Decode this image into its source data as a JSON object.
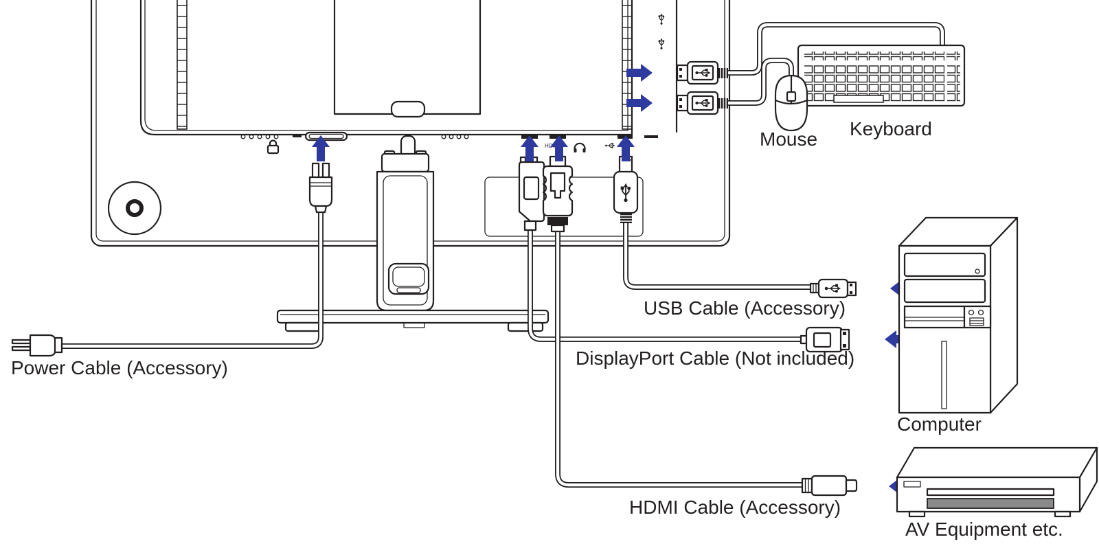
{
  "diagram": {
    "labels": {
      "power_cable": "Power Cable (Accessory)",
      "usb_cable": "USB Cable (Accessory)",
      "displayport_cable": "DisplayPort Cable (Not included)",
      "hdmi_cable": "HDMI Cable (Accessory)",
      "mouse": "Mouse",
      "keyboard": "Keyboard",
      "computer": "Computer",
      "av_equipment": "AV Equipment etc."
    },
    "port_labels": {
      "hdmi": "HDMI"
    },
    "colors": {
      "arrow_blue": "#2e3a9e",
      "line": "#231f20",
      "background": "#ffffff",
      "disc_tray_gray": "#8a8a8a"
    },
    "icons": {
      "usb": "usb-trident-icon",
      "headphone": "headphone-jack-icon",
      "lock": "kensington-lock-icon",
      "arrow": "direction-arrow-icon"
    }
  }
}
